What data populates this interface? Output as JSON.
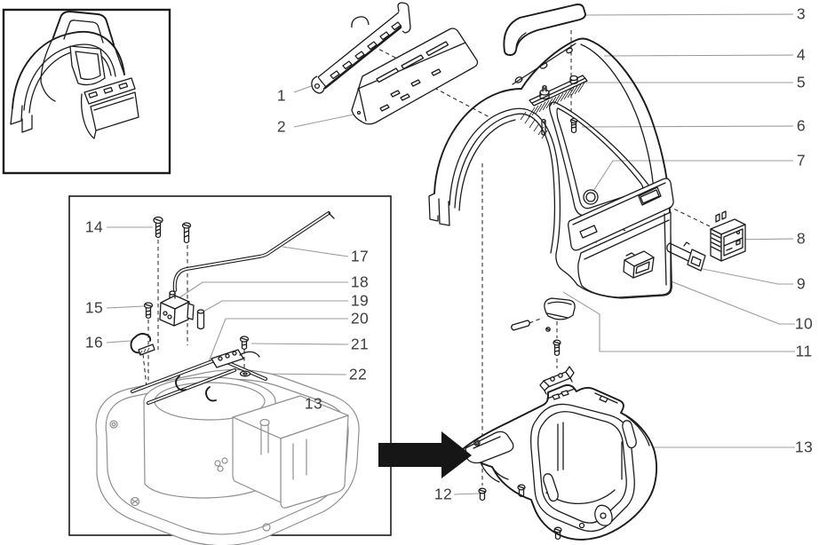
{
  "diagram": {
    "kind": "exploded-parts-diagram",
    "callouts": [
      {
        "id": "part-1",
        "text": "1"
      },
      {
        "id": "part-2",
        "text": "2"
      },
      {
        "id": "part-3",
        "text": "3"
      },
      {
        "id": "part-4",
        "text": "4"
      },
      {
        "id": "part-5",
        "text": "5"
      },
      {
        "id": "part-6",
        "text": "6"
      },
      {
        "id": "part-7",
        "text": "7"
      },
      {
        "id": "part-8",
        "text": "8"
      },
      {
        "id": "part-9",
        "text": "9"
      },
      {
        "id": "part-10",
        "text": "10"
      },
      {
        "id": "part-11",
        "text": "11"
      },
      {
        "id": "part-12",
        "text": "12"
      },
      {
        "id": "part-13",
        "text": "13"
      },
      {
        "id": "part-14",
        "text": "14"
      },
      {
        "id": "part-15",
        "text": "15"
      },
      {
        "id": "part-16",
        "text": "16"
      },
      {
        "id": "part-17",
        "text": "17"
      },
      {
        "id": "part-18",
        "text": "18"
      },
      {
        "id": "part-19",
        "text": "19"
      },
      {
        "id": "part-20",
        "text": "20"
      },
      {
        "id": "part-21",
        "text": "21"
      },
      {
        "id": "part-22",
        "text": "22"
      },
      {
        "id": "part-13-detail",
        "text": "13"
      }
    ],
    "icons": {
      "assembly_arrow": "right-arrow"
    },
    "colors": {
      "line": "#1c1c1c",
      "muted_line": "#8f8f8f",
      "leader": "#9c9c9c",
      "label": "#3d3d3d",
      "arrow": "#161616",
      "background": "#ffffff"
    }
  }
}
